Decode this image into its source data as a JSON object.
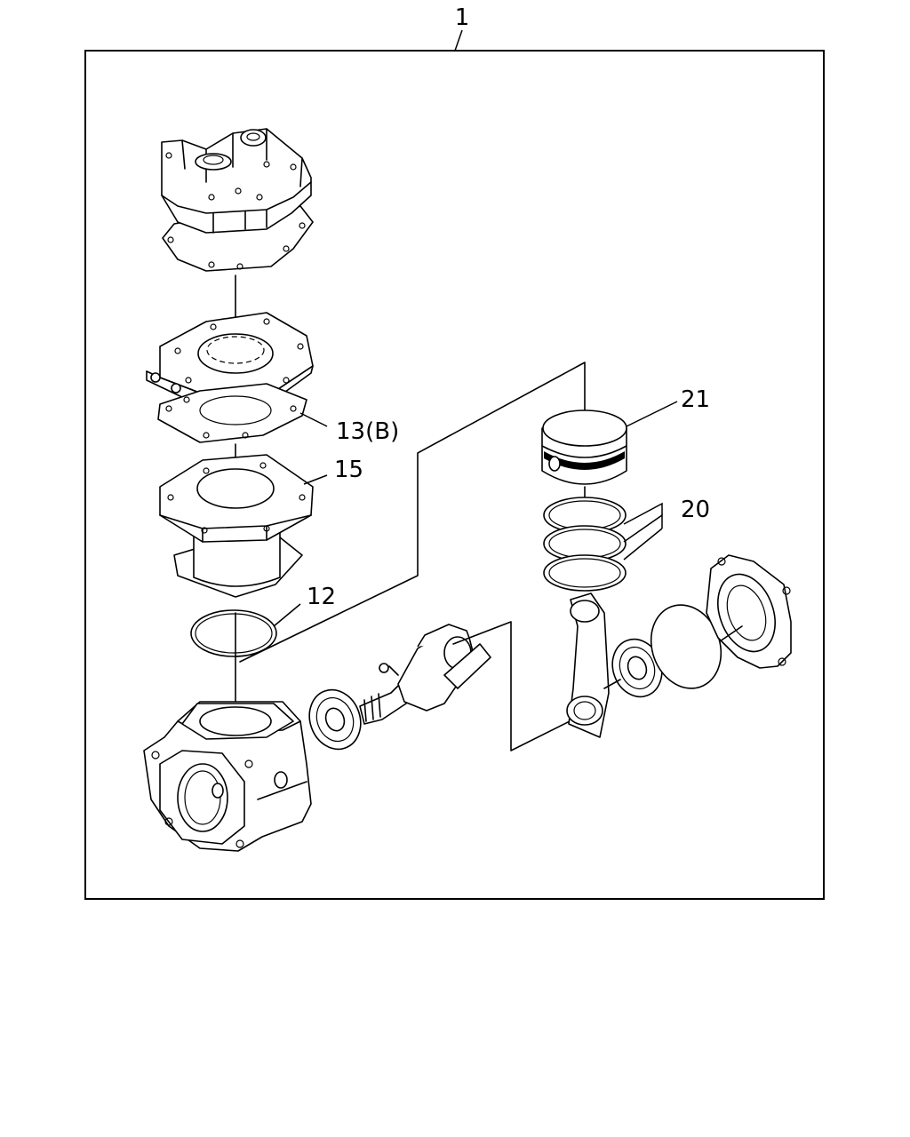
{
  "callouts": {
    "assembly": "1",
    "head_gasket": "13(B)",
    "cylinder_gasket": "15",
    "o_ring": "12",
    "piston": "21",
    "piston_rings": "20"
  }
}
